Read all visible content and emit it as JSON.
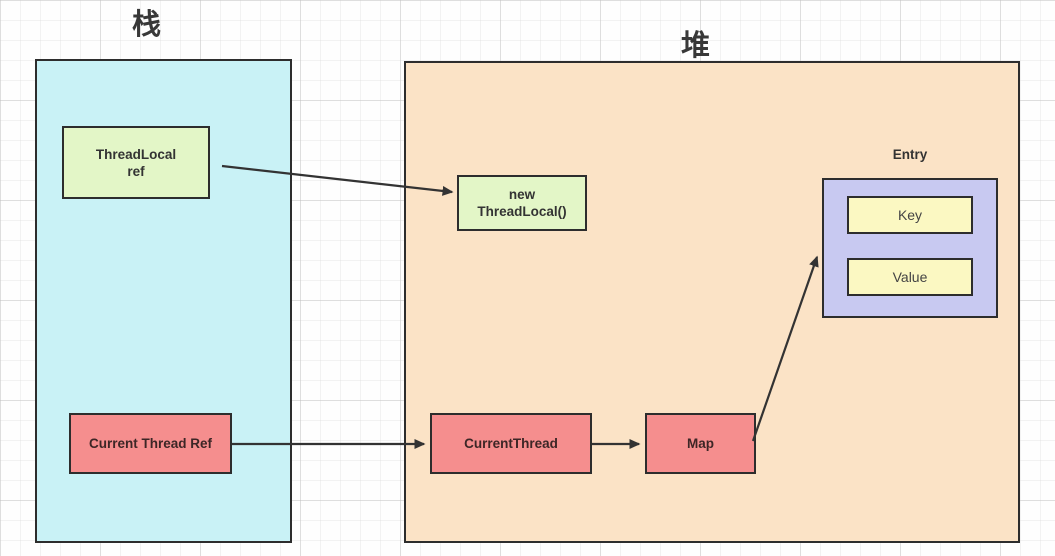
{
  "titles": {
    "stack": "栈",
    "heap": "堆"
  },
  "nodes": {
    "threadlocal_ref": {
      "line1": "ThreadLocal",
      "line2": "ref"
    },
    "new_threadlocal": {
      "line1": "new",
      "line2": "ThreadLocal()"
    },
    "current_thread_ref": {
      "label": "Current Thread Ref"
    },
    "current_thread": {
      "label": "CurrentThread"
    },
    "map": {
      "label": "Map"
    },
    "entry": {
      "title": "Entry",
      "key": "Key",
      "value": "Value"
    }
  },
  "edges": [
    {
      "from": "threadlocal_ref",
      "to": "new_threadlocal"
    },
    {
      "from": "current_thread_ref",
      "to": "current_thread"
    },
    {
      "from": "current_thread",
      "to": "map"
    },
    {
      "from": "map",
      "to": "entry"
    }
  ],
  "colors": {
    "stack_fill": "#c9f2f6",
    "heap_fill": "#fbe3c6",
    "green_fill": "#e3f6c7",
    "red_fill": "#f58e8e",
    "purple_fill": "#c8c9f1",
    "yellow_fill": "#fbf8c2",
    "border": "#2d2d2d",
    "arrow": "#333333"
  }
}
